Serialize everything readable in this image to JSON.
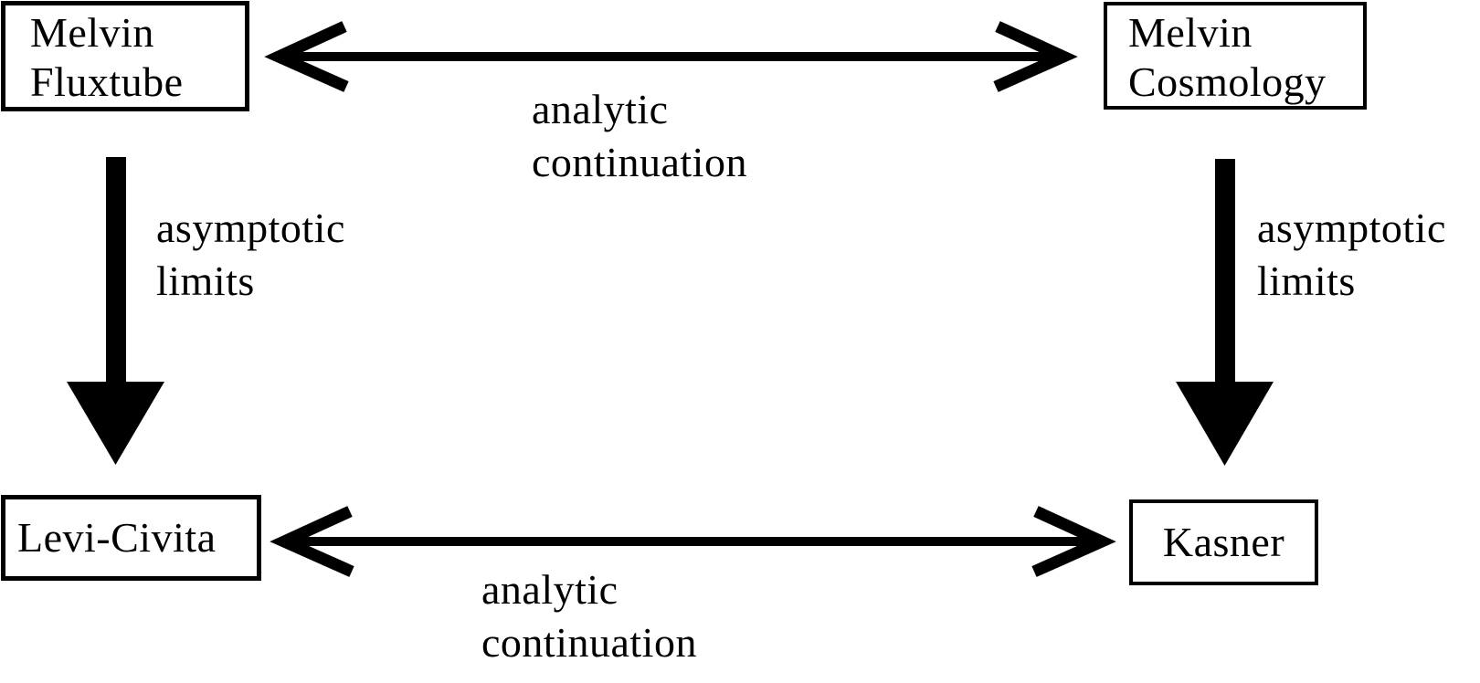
{
  "diagram": {
    "colors": {
      "ink": "#000000",
      "background": "#ffffff"
    },
    "nodes": [
      {
        "id": "melvin-fluxtube",
        "lines": [
          "Melvin",
          "Fluxtube"
        ]
      },
      {
        "id": "melvin-cosmology",
        "lines": [
          "Melvin",
          "Cosmology"
        ]
      },
      {
        "id": "levi-civita",
        "lines": [
          "Levi-Civita"
        ]
      },
      {
        "id": "kasner",
        "lines": [
          "Kasner"
        ]
      }
    ],
    "edges": [
      {
        "id": "top-edge",
        "type": "double-headed-arrow",
        "from": "melvin-fluxtube",
        "to": "melvin-cosmology",
        "label_lines": [
          "analytic",
          "continuation"
        ]
      },
      {
        "id": "left-edge",
        "type": "thick-down-arrow",
        "from": "melvin-fluxtube",
        "to": "levi-civita",
        "label_lines": [
          "asymptotic",
          "limits"
        ]
      },
      {
        "id": "right-edge",
        "type": "thick-down-arrow",
        "from": "melvin-cosmology",
        "to": "kasner",
        "label_lines": [
          "asymptotic",
          "limits"
        ]
      },
      {
        "id": "bottom-edge",
        "type": "double-headed-arrow",
        "from": "levi-civita",
        "to": "kasner",
        "label_lines": [
          "analytic",
          "continuation"
        ]
      }
    ]
  }
}
